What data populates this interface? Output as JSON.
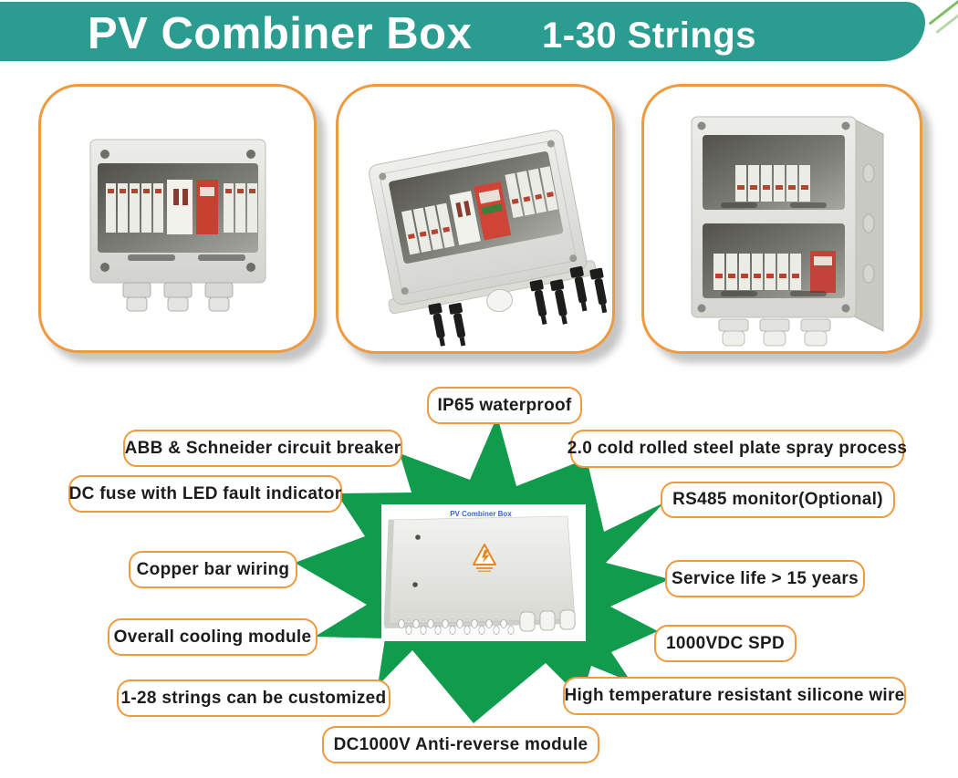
{
  "header": {
    "title": "PV Combiner Box",
    "subtitle": "1-30 Strings"
  },
  "features": [
    {
      "label": "IP65 waterproof"
    },
    {
      "label": "ABB & Schneider circuit breaker"
    },
    {
      "label": "2.0 cold rolled steel plate spray process"
    },
    {
      "label": "DC fuse with LED fault indicator"
    },
    {
      "label": "RS485 monitor(Optional)"
    },
    {
      "label": "Copper bar wiring"
    },
    {
      "label": "Service life > 15 years"
    },
    {
      "label": "Overall cooling module"
    },
    {
      "label": "1000VDC SPD"
    },
    {
      "label": "1-28 strings can be customized"
    },
    {
      "label": "High temperature resistant silicone wire"
    },
    {
      "label": "DC1000V Anti-reverse module"
    }
  ],
  "center_product": {
    "label": "PV Combiner Box"
  },
  "icons": {
    "warning_triangle": "high-voltage-warning-triangle"
  },
  "colors": {
    "banner_teal": "#2b9c90",
    "accent_orange": "#f09a40",
    "star_green": "#109c4c",
    "label_text": "#1c1c1c",
    "photo_label_blue": "#3a66c4",
    "warning_orange": "#e8871e",
    "breaker_red": "#c8402f"
  }
}
